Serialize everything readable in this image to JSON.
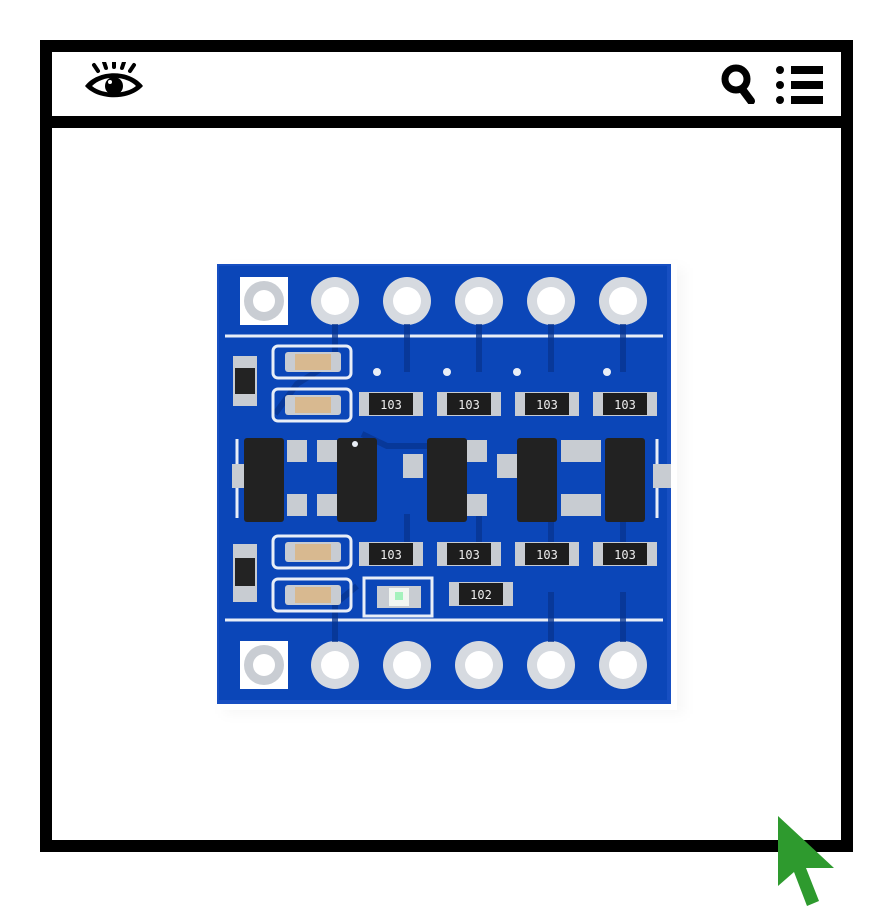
{
  "toolbar": {
    "left_icon": "eye-icon",
    "right_icons": [
      "search-icon",
      "menu-list-icon"
    ]
  },
  "content": {
    "image": {
      "subject": "blue-circuit-board-photo",
      "resistor_labels": [
        "103",
        "103",
        "103",
        "103",
        "103",
        "103",
        "103",
        "103",
        "102"
      ]
    }
  },
  "pointer": {
    "icon": "cursor-arrow-icon",
    "color": "#2e9a2e"
  },
  "colors": {
    "frame": "#000000",
    "board": "#0b46b8",
    "board_dark": "#07348f",
    "pad": "#c9cdd3",
    "background": "#ffffff"
  }
}
